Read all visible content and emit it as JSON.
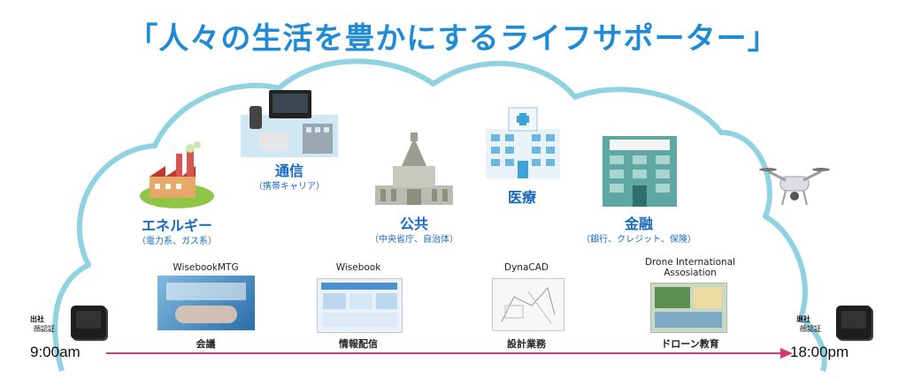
{
  "title": "「人々の生活を豊かにするライフサポーター」",
  "sectors": [
    {
      "label": "エネルギー",
      "sub": "（電力系、ガス系）",
      "icon": "factory-icon"
    },
    {
      "label": "通信",
      "sub": "（携帯キャリア）",
      "icon": "telecom-icon"
    },
    {
      "label": "公共",
      "sub": "（中央省庁、自治体）",
      "icon": "government-building-icon"
    },
    {
      "label": "医療",
      "sub": "",
      "icon": "hospital-icon"
    },
    {
      "label": "金融",
      "sub": "（銀行、クレジット、保険）",
      "icon": "bank-icon"
    }
  ],
  "apps": [
    {
      "title": "WisebookMTG",
      "caption": "会議"
    },
    {
      "title": "Wisebook",
      "caption": "情報配信"
    },
    {
      "title": "DynaCAD",
      "caption": "設計業務"
    },
    {
      "title": "Drone International\nAssosiation",
      "caption": "ドローン教育"
    }
  ],
  "start": {
    "heading": "出社",
    "sub": "顔認証",
    "time": "9:00am"
  },
  "end": {
    "heading": "退社",
    "sub": "顔認証",
    "time": "18:00pm"
  },
  "colors": {
    "accent": "#1f8ad6",
    "cloud": "#8fd3e2",
    "arrow": "#d9367a"
  }
}
